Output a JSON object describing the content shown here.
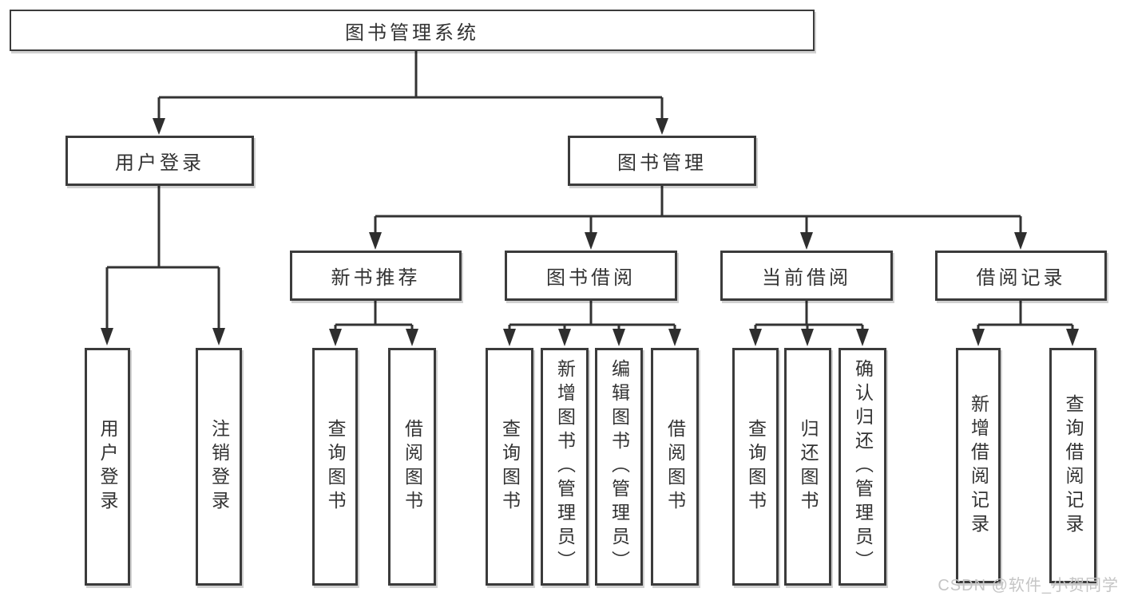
{
  "diagram": {
    "root": {
      "label": "图书管理系统"
    },
    "level2": [
      {
        "label": "用户登录"
      },
      {
        "label": "图书管理"
      }
    ],
    "level3": [
      {
        "label": "新书推荐"
      },
      {
        "label": "图书借阅"
      },
      {
        "label": "当前借阅"
      },
      {
        "label": "借阅记录"
      }
    ],
    "leaves": {
      "user_login": [
        "用户登录",
        "注销登录"
      ],
      "new_books": [
        "查询图书",
        "借阅图书"
      ],
      "book_borrow": [
        "查询图书",
        "新增图书（管理员）",
        "编辑图书（管理员）",
        "借阅图书"
      ],
      "current_borrow": [
        "查询图书",
        "归还图书",
        "确认归还（管理员）"
      ],
      "borrow_records": [
        "新增借阅记录",
        "查询借阅记录"
      ]
    }
  },
  "watermark": "CSDN @软件_小贺同学",
  "colors": {
    "line": "#333333",
    "box_border": "#3b3b3b",
    "text": "#333333",
    "watermark": "#c5c5c5",
    "background": "#ffffff"
  }
}
